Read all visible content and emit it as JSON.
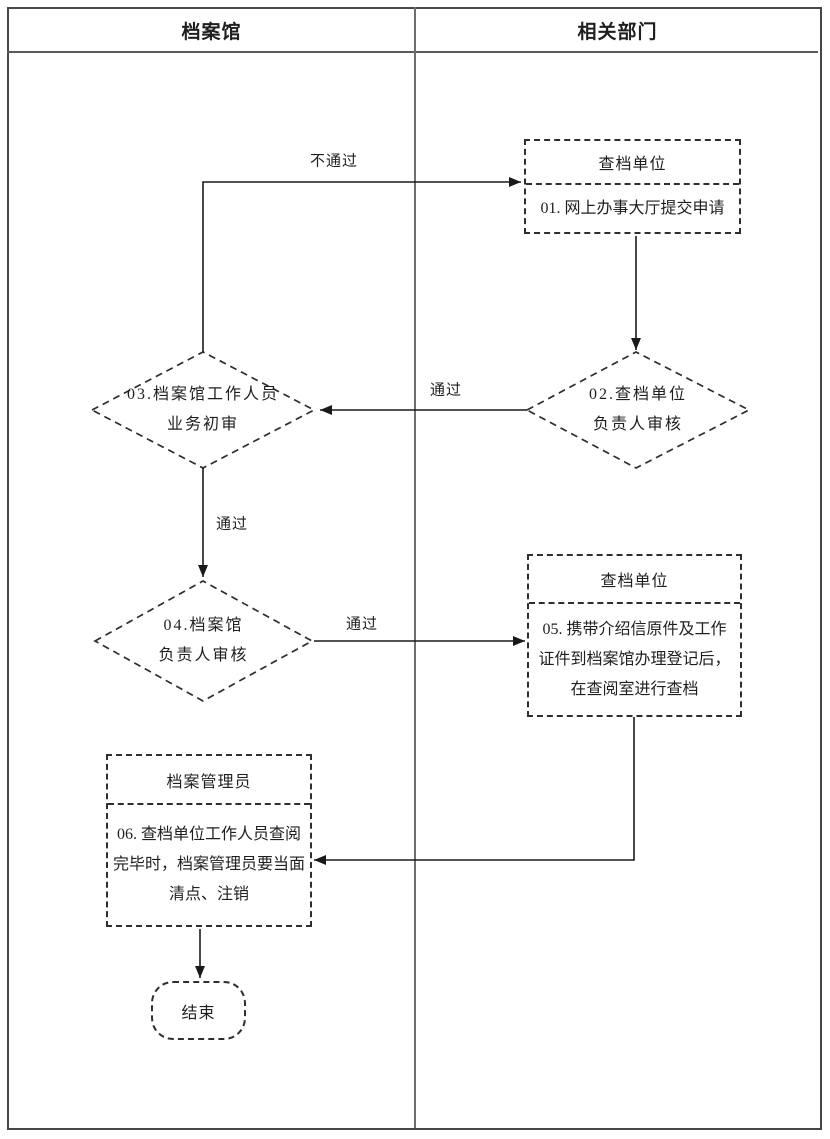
{
  "lanes": {
    "left": "档案馆",
    "right": "相关部门"
  },
  "nodes": {
    "box01": {
      "title": "查档单位",
      "body": "01. 网上办事大厅提交申请"
    },
    "d02": {
      "line1": "02.查档单位",
      "line2": "负责人审核"
    },
    "d03": {
      "line1": "03.档案馆工作人员",
      "line2": "业务初审"
    },
    "d04": {
      "line1": "04.档案馆",
      "line2": "负责人审核"
    },
    "box05": {
      "title": "查档单位",
      "line1": "05. 携带介绍信原件及工作",
      "line2": "证件到档案馆办理登记后，",
      "line3": "在查阅室进行查档"
    },
    "box06": {
      "title": "档案管理员",
      "line1": "06. 查档单位工作人员查阅",
      "line2": "完毕时，档案管理员要当面",
      "line3": "清点、注销"
    },
    "end": {
      "label": "结束"
    }
  },
  "edges": [
    {
      "from": "box01",
      "to": "d02",
      "label": ""
    },
    {
      "from": "d02",
      "to": "d03",
      "label": "通过"
    },
    {
      "from": "d03",
      "to": "box01",
      "label": "不通过"
    },
    {
      "from": "d03",
      "to": "d04",
      "label": "通过"
    },
    {
      "from": "d04",
      "to": "box05",
      "label": "通过"
    },
    {
      "from": "box05",
      "to": "box06",
      "label": ""
    },
    {
      "from": "box06",
      "to": "end",
      "label": ""
    }
  ],
  "colors": {
    "line": "#1a1a1a",
    "border": "#474747",
    "lane_divider": "#6e6e6e",
    "dashed": "#2e2e2e"
  }
}
